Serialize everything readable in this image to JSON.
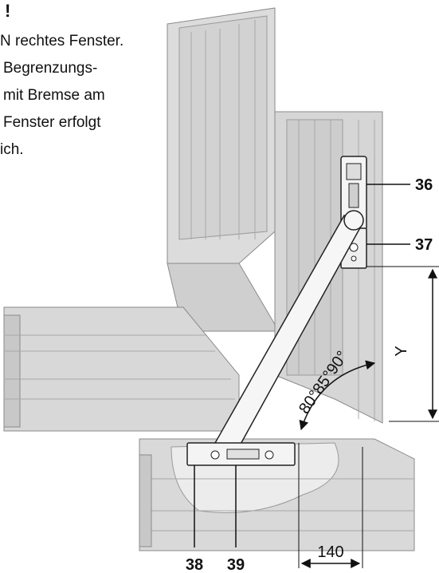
{
  "heading_fragment": "!",
  "text_lines": [
    "N rechtes Fenster.",
    "Begrenzungs-",
    "mit Bremse am",
    "Fenster erfolgt",
    "ich."
  ],
  "callouts": {
    "c36": "36",
    "c37": "37",
    "c38": "38",
    "c39": "39"
  },
  "dimensions": {
    "y_label": "Y",
    "width_label": "140",
    "angle_label": "80°85°90°"
  },
  "colors": {
    "profile": "#d9d9d9",
    "profile_dark": "#bdbdbd",
    "edge": "#8a8a8a",
    "line": "#111111"
  }
}
